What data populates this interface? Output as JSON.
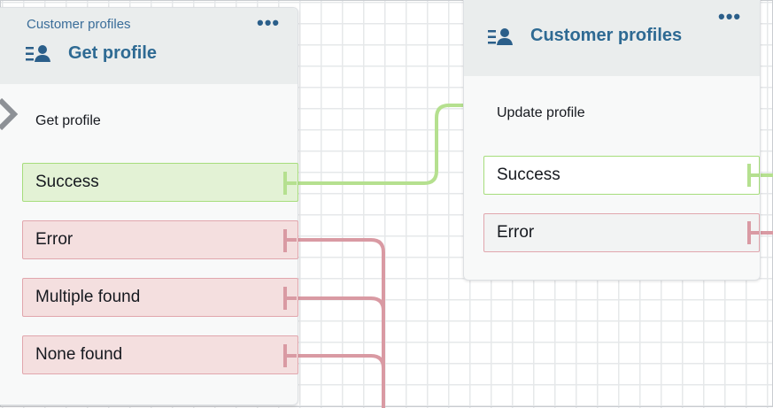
{
  "get_profile_block": {
    "type_label": "Customer profiles",
    "title": "Get profile",
    "icon": "customer-profiles-icon",
    "action_label": "Get profile",
    "branches": [
      {
        "label": "Success",
        "status": "success"
      },
      {
        "label": "Error",
        "status": "error"
      },
      {
        "label": "Multiple found",
        "status": "error"
      },
      {
        "label": "None found",
        "status": "error"
      }
    ]
  },
  "update_profile_block": {
    "title": "Customer profiles",
    "icon": "customer-profiles-icon",
    "action_label": "Update profile",
    "branches": [
      {
        "label": "Success",
        "status": "success"
      },
      {
        "label": "Error",
        "status": "error"
      }
    ]
  },
  "colors": {
    "success_line": "#b5e08f",
    "error_line": "#d99aa3",
    "title": "#2e6a93"
  }
}
